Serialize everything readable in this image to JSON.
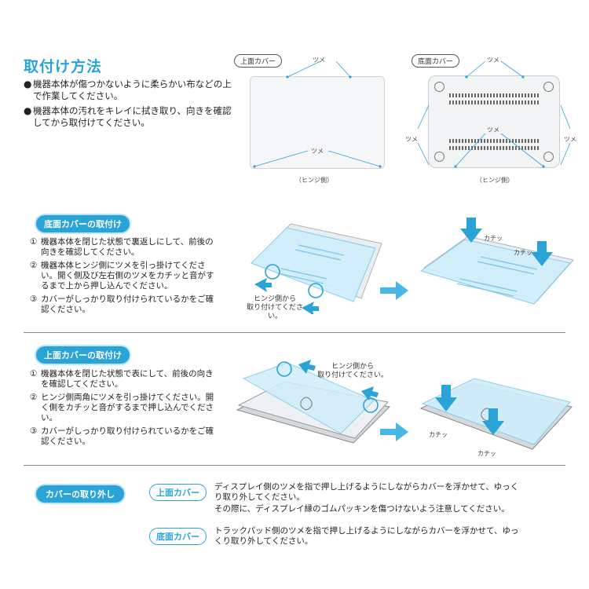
{
  "header": {
    "title": "取付け方法",
    "bullets": [
      "機器本体が傷つかないように柔らかい布などの上で作業してください。",
      "機器本体の汚れをキレイに拭き取り、向きを確認してから取付けてください。"
    ],
    "bullet_mark": "●"
  },
  "diagrams": {
    "top": {
      "label": "上面カバー",
      "tsume_top": "ツメ",
      "tsume_bottom": "ツメ",
      "hinge": "（ヒンジ側）"
    },
    "bottom": {
      "label": "底面カバー",
      "tsume_top": "ツメ",
      "tsume_middle": "ツメ",
      "tsume_left": "ツメ",
      "tsume_right": "ツメ",
      "hinge": "（ヒンジ側）"
    }
  },
  "section_bottom": {
    "title": "底面カバーの取付け",
    "steps": [
      {
        "num": "①",
        "text": "機器本体を閉じた状態で裏返しにして、前後の向きを確認してください。"
      },
      {
        "num": "②",
        "text": "機器本体ヒンジ側にツメを引っ掛けてください。開く側及び左右側のツメをカチッと音がするまで上から押し込んでください。"
      },
      {
        "num": "③",
        "text": "カバーがしっかり取り付けられているかをご確認ください。"
      }
    ],
    "hinge_note_line1": "ヒンジ側から",
    "hinge_note_line2": "取り付けてください。",
    "click1": "カチッ",
    "click2": "カチッ"
  },
  "section_top": {
    "title": "上面カバーの取付け",
    "steps": [
      {
        "num": "①",
        "text": "機器本体を閉じた状態で表にして、前後の向きを確認してください。"
      },
      {
        "num": "②",
        "text": "ヒンジ側両角にツメを引っ掛けてください。開く側をカチッと音がするまで押し込んでください。"
      },
      {
        "num": "③",
        "text": "カバーがしっかり取り付けられているかをご確認ください。"
      }
    ],
    "hinge_note_line1": "ヒンジ側から",
    "hinge_note_line2": "取り付けてください。",
    "click1": "カチッ",
    "click2": "カチッ"
  },
  "removal": {
    "title": "カバーの取り外し",
    "top_label": "上面カバー",
    "top_text1": "ディスプレイ側のツメを指で押し上げるようにしながらカバーを浮かせて、ゆっくり取り外してください。",
    "top_text2": "その際に、ディスプレイ縁のゴムパッキンを傷つけないよう注意してください。",
    "bottom_label": "底面カバー",
    "bottom_text": "トラックパッド側のツメを指で押し上げるようにしながらカバーを浮かせて、ゆっくり取り外してください。"
  },
  "colors": {
    "accent": "#2aa3d6",
    "accent_light": "#bfe6f7",
    "cover_fill": "#cfeefb"
  }
}
